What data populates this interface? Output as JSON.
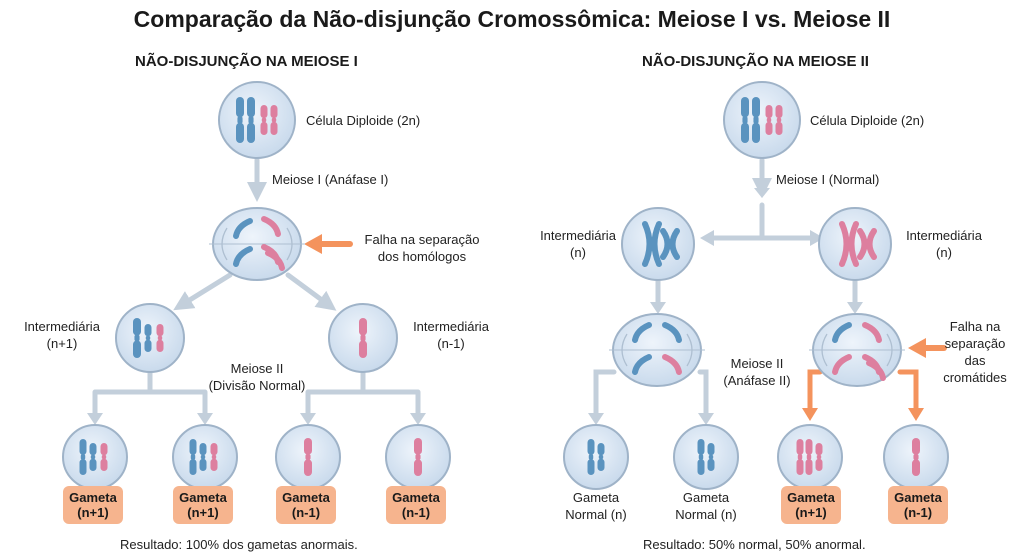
{
  "title": "Comparação da Não-disjunção Cromossômica: Meiose I vs. Meiose II",
  "left": {
    "heading": "NÃO-DISJUNÇÃO NA MEIOSE I",
    "cell_label": "Célula Diploide (2n)",
    "step1": "Meiose I (Anáfase I)",
    "error_line1": "Falha na separação",
    "error_line2": "dos homólogos",
    "inter_a_line1": "Intermediária",
    "inter_a_line2": "(n+1)",
    "inter_b_line1": "Intermediária",
    "inter_b_line2": "(n-1)",
    "step2_line1": "Meiose II",
    "step2_line2": "(Divisão Normal)",
    "gametes": [
      {
        "line1": "Gameta",
        "line2": "(n+1)"
      },
      {
        "line1": "Gameta",
        "line2": "(n+1)"
      },
      {
        "line1": "Gameta",
        "line2": "(n-1)"
      },
      {
        "line1": "Gameta",
        "line2": "(n-1)"
      }
    ],
    "result": "Resultado: 100% dos gametas anormais."
  },
  "right": {
    "heading": "NÃO-DISJUNÇÃO NA MEIOSE II",
    "cell_label": "Célula Diploide (2n)",
    "step1": "Meiose I (Normal)",
    "inter_a_line1": "Intermediária",
    "inter_a_line2": "(n)",
    "inter_b_line1": "Intermediária",
    "inter_b_line2": "(n)",
    "step2_line1": "Meiose II",
    "step2_line2": "(Anáfase II)",
    "error_line1": "Falha na",
    "error_line2": "separação",
    "error_line3": "das",
    "error_line4": "cromátides",
    "gametes": [
      {
        "line1": "Gameta",
        "line2": "Normal (n)"
      },
      {
        "line1": "Gameta",
        "line2": "Normal (n)"
      },
      {
        "line1": "Gameta",
        "line2": "(n+1)"
      },
      {
        "line1": "Gameta",
        "line2": "(n-1)"
      }
    ],
    "result": "Resultado: 50% normal, 50% anormal."
  },
  "colors": {
    "cell_fill": "#dce8f5",
    "cell_stroke": "#9fb3c8",
    "chrom_blue": "#5a93bf",
    "chrom_pink": "#dd7f9f",
    "arrow_gray": "#c3cfdb",
    "arrow_orange": "#f4935d",
    "badge": "#f6b48e"
  }
}
